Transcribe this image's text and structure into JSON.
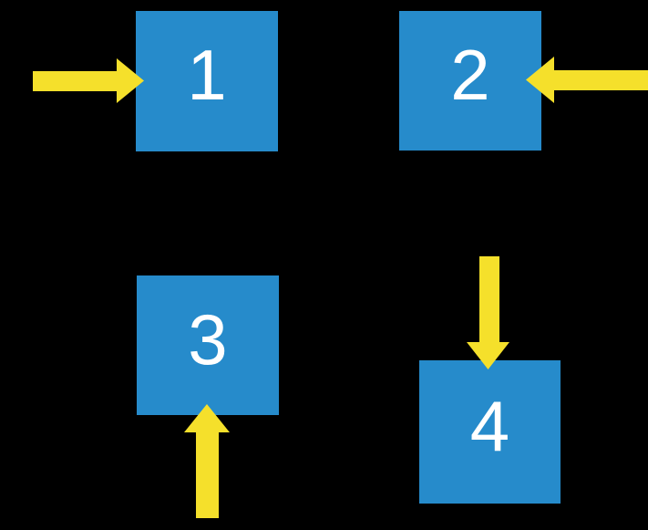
{
  "title": "numbered-boxes-with-directional-arrows",
  "colors": {
    "background": "#000000",
    "box-fill": "#268BCB",
    "arrow-fill": "#F5E02B",
    "label-text": "#FFFFFF"
  },
  "boxes": [
    {
      "label": "1",
      "arrow_pointing": "right",
      "arrow_enters_from": "left"
    },
    {
      "label": "2",
      "arrow_pointing": "left",
      "arrow_enters_from": "right"
    },
    {
      "label": "3",
      "arrow_pointing": "up",
      "arrow_enters_from": "below"
    },
    {
      "label": "4",
      "arrow_pointing": "down",
      "arrow_enters_from": "above"
    }
  ]
}
